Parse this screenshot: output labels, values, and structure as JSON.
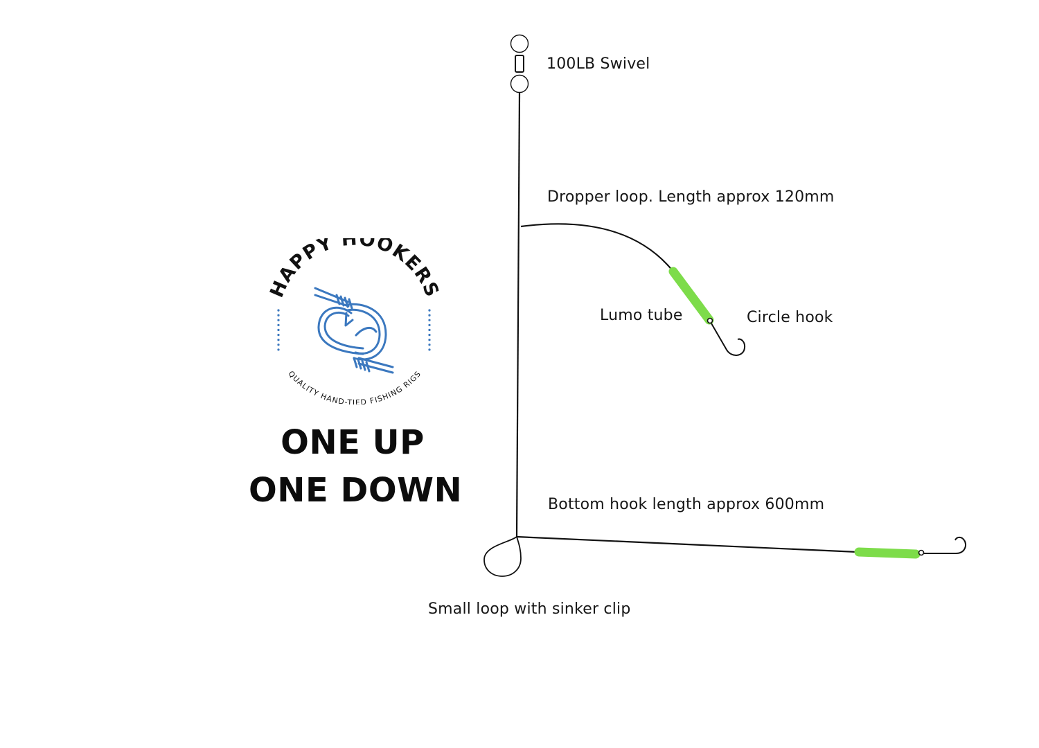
{
  "diagram": {
    "labels": {
      "swivel": "100LB Swivel",
      "dropper": "Dropper loop. Length approx 120mm",
      "lumo": "Lumo tube",
      "circle_hook": "Circle hook",
      "bottom_hook": "Bottom hook length approx 600mm",
      "sinker": "Small loop with sinker clip"
    },
    "colors": {
      "line": "#111111",
      "lumo_tube": "#7ddc4a",
      "logo_blue": "#3b78bf",
      "logo_text": "#111111"
    }
  },
  "logo": {
    "brand": "HAPPY HOOKERS",
    "tagline": "QUALITY HAND-TIED FISHING RIGS"
  },
  "title": {
    "line1": "ONE UP",
    "line2": "ONE DOWN"
  }
}
